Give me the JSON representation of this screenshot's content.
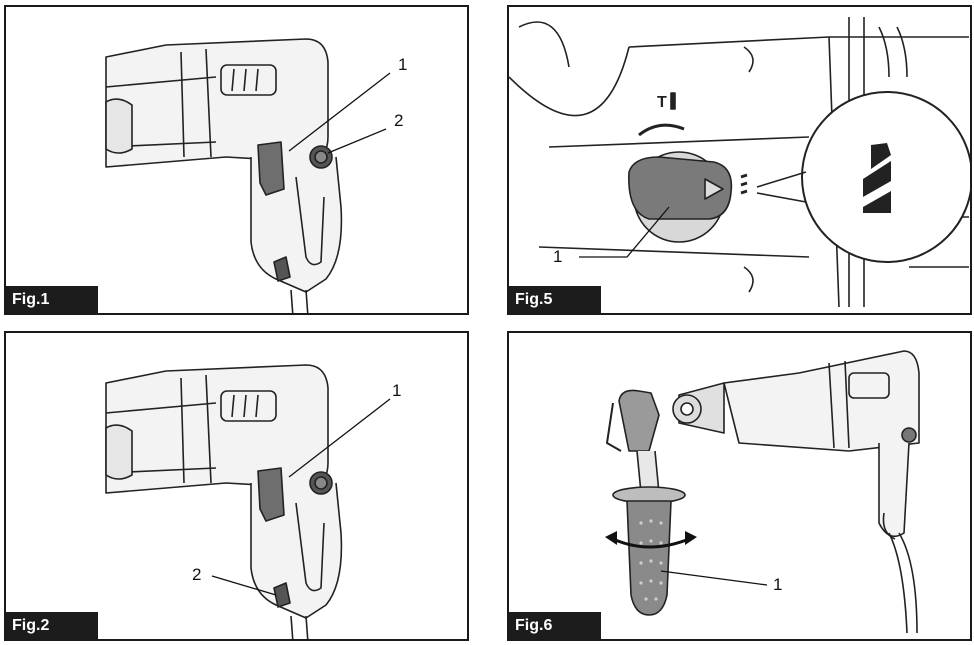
{
  "figures": [
    {
      "label": "Fig.1",
      "callouts": [
        "1",
        "2"
      ]
    },
    {
      "label": "Fig.5",
      "callouts": [
        "1"
      ]
    },
    {
      "label": "Fig.2",
      "callouts": [
        "1",
        "2"
      ]
    },
    {
      "label": "Fig.6",
      "callouts": [
        "1"
      ]
    }
  ]
}
